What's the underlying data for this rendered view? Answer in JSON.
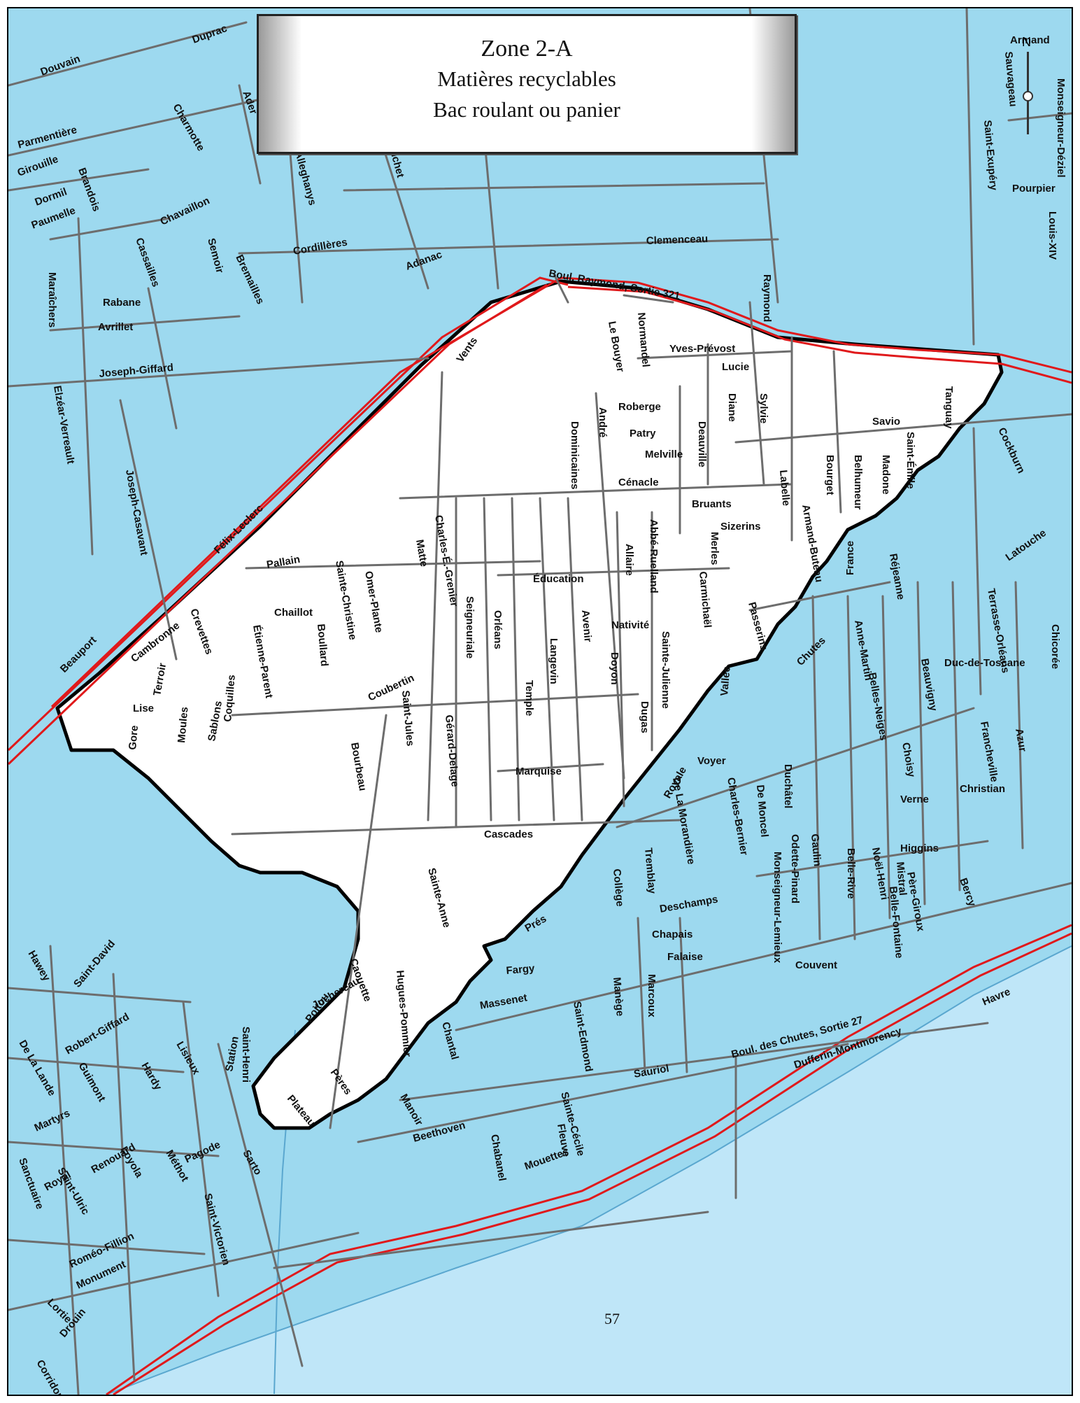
{
  "title": {
    "line1": "Zone 2-A",
    "line2": "Matières recyclables",
    "line3": "Bac roulant ou panier"
  },
  "compass": {
    "north": "N"
  },
  "page_number": "57",
  "colors": {
    "water": "#bfe6f8",
    "land": "#9dd9ef",
    "zone": "#ffffff",
    "road": "#6d6d6d",
    "highway": "#e0191b",
    "boundary": "#000000"
  },
  "streets": [
    "Douvain",
    "Duprac",
    "Ader",
    "Parmentière",
    "Charmotte",
    "Girouille",
    "Dormil",
    "Brandois",
    "Paumelle",
    "Chavaillon",
    "Cassailles",
    "Semoir",
    "Bremailles",
    "Maraîchers",
    "Rabane",
    "Avrillet",
    "Alleghanys",
    "Fichet",
    "Cordillères",
    "Adanac",
    "Clemenceau",
    "Joseph-Giffard",
    "Elzéar-Verreault",
    "Joseph-Casavant",
    "Félix-Leclerc",
    "Beauport",
    "Cambronne",
    "Crevettes",
    "Lise",
    "Terroir",
    "Gore",
    "Moules",
    "Coquilles",
    "Sablons",
    "Pallain",
    "Chaillot",
    "Boullard",
    "Sainte-Christine",
    "Étienne-Parent",
    "Omer-Plante",
    "Coubertin",
    "Matte",
    "Charles-É.-Grenier",
    "Saint-Jules",
    "Bourbeau",
    "Gérard-Delage",
    "Seigneuriale",
    "Orléans",
    "Temple",
    "Langevin",
    "Avenir",
    "Doyon",
    "Dugas",
    "Sainte-Julienne",
    "Allaire",
    "Abbé-Ruelland",
    "Carmichaël",
    "Merles",
    "Bruants",
    "Sizerins",
    "Passerins",
    "Éducation",
    "Nativité",
    "Marquise",
    "Cascades",
    "Cénacle",
    "Dominicaines",
    "André",
    "Roberge",
    "Patry",
    "Melville",
    "Deauville",
    "Diane",
    "Sylvie",
    "Lucie",
    "Yves-Prévost",
    "Le Bouyer",
    "Normandel",
    "Vents",
    "Boul. Raymond, Sortie 321",
    "Raymond",
    "Labelle",
    "Bourget",
    "Belhumeur",
    "Madone",
    "Savio",
    "Saint-Émile",
    "Tanguay",
    "Cockburn",
    "Armand-Buteau",
    "France",
    "Réjeanne",
    "Chutes",
    "Vallée",
    "Voyer",
    "Royale",
    "De La Morandière",
    "Charles-Bernier",
    "De Moncel",
    "Duchâtel",
    "Monseigneur-Lemieux",
    "Odette-Pinard",
    "Gaulin",
    "Belle-Rive",
    "Noël-Henri",
    "Mistral",
    "Belle-Fontaine",
    "Père-Giroux",
    "Higgins",
    "Bercy",
    "Verne",
    "Christian",
    "Francheville",
    "Azur",
    "Duc-de-Toscane",
    "Terrasse-Orléans",
    "Beauvigny",
    "Choisy",
    "Belles-Neiges",
    "Anne-Martin",
    "Latouche",
    "Chicorée",
    "Pourpier",
    "Louis-XIV",
    "Saint-Exupéry",
    "Sauvageau",
    "Armand",
    "Monseigneur-Déziel",
    "Prés",
    "Tremblay",
    "Collège",
    "Deschamps",
    "Chapais",
    "Falaise",
    "Couvent",
    "Fargy",
    "Saint-Edmond",
    "Manège",
    "Marcoux",
    "Massenet",
    "Chantal",
    "Beethoven",
    "Manoir",
    "Pères",
    "Plateau",
    "Juchereau",
    "Poitou",
    "Caouette",
    "Hugues-Pommier",
    "Sainte-Anne",
    "Sauriol",
    "Boul. des Chutes, Sortie 27",
    "Dufferin-Montmorency",
    "Havre",
    "Sainte-Cécile",
    "Fleuve",
    "Mouettes",
    "Chabanel",
    "Saint-Henri",
    "Station",
    "Sarto",
    "Pagode",
    "Lisieux",
    "Hardy",
    "Saint-David",
    "Hawey",
    "Robert-Giffard",
    "De La Lande",
    "Guimont",
    "Martyrs",
    "Loyola",
    "Royal",
    "Renouard",
    "Sanctuaire",
    "Saint-Ulric",
    "Méthot",
    "Saint-Victorien",
    "Roméo-Fillion",
    "Monument",
    "Lortie",
    "Drouin",
    "Corridor du Littoral"
  ]
}
